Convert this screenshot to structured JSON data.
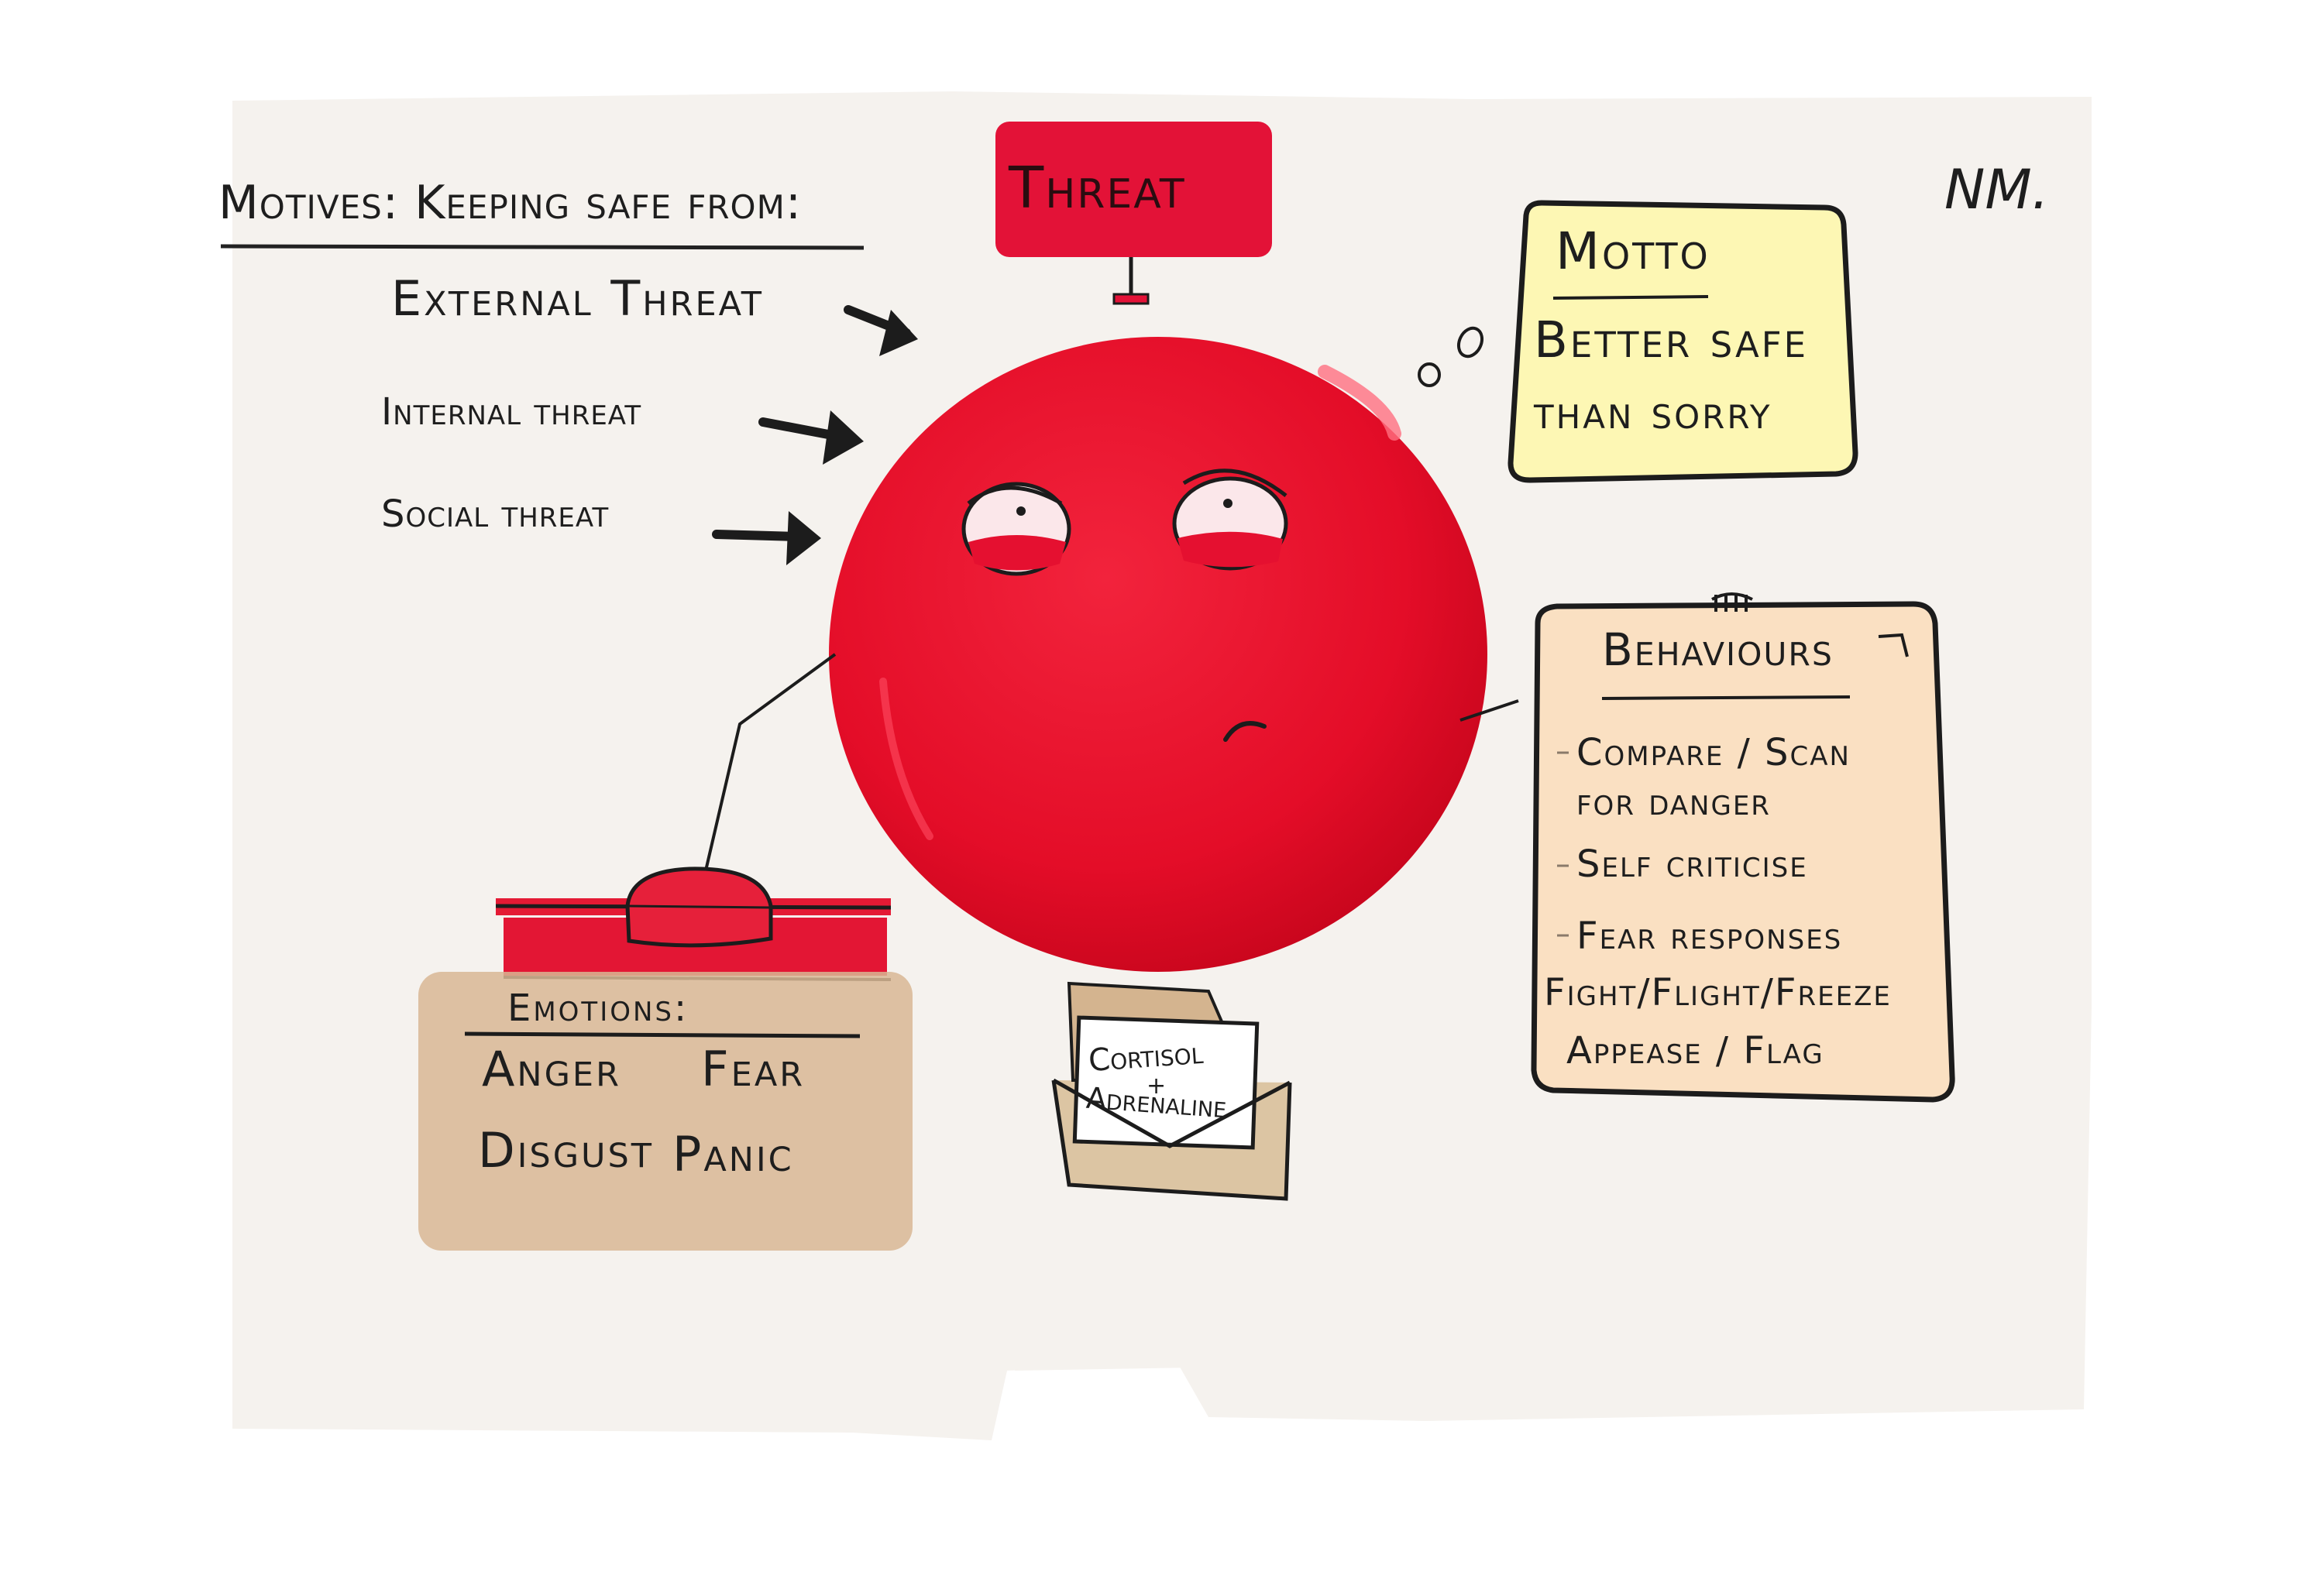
{
  "title": "Motives: Keeping safe from:",
  "threat_sign": "Threat",
  "threats": [
    "External Threat",
    "Internal threat",
    "Social threat"
  ],
  "signature": "NM.",
  "motto": {
    "heading": "Motto",
    "lines": [
      "Better safe",
      "than sorry"
    ]
  },
  "behaviours": {
    "heading": "Behaviours",
    "items": [
      "Compare / Scan",
      "for danger",
      "Self criticise",
      "Fear responses",
      "Fight/Flight/Freeze",
      "Appease / Flag"
    ]
  },
  "emotions": {
    "heading": "Emotions:",
    "items": [
      "Anger",
      "Fear",
      "Disgust",
      "Panic"
    ]
  },
  "hormones": {
    "line1": "Cortisol",
    "plus": "+",
    "line2": "Adrenaline"
  },
  "colors": {
    "threat_red": "#e8102c",
    "motto_yellow": "#fdf7b4",
    "behaviours_peach": "#fae0c2",
    "emotions_tan": "#d6b391",
    "paper": "#f5f2ee",
    "ink": "#1c1c1c"
  }
}
